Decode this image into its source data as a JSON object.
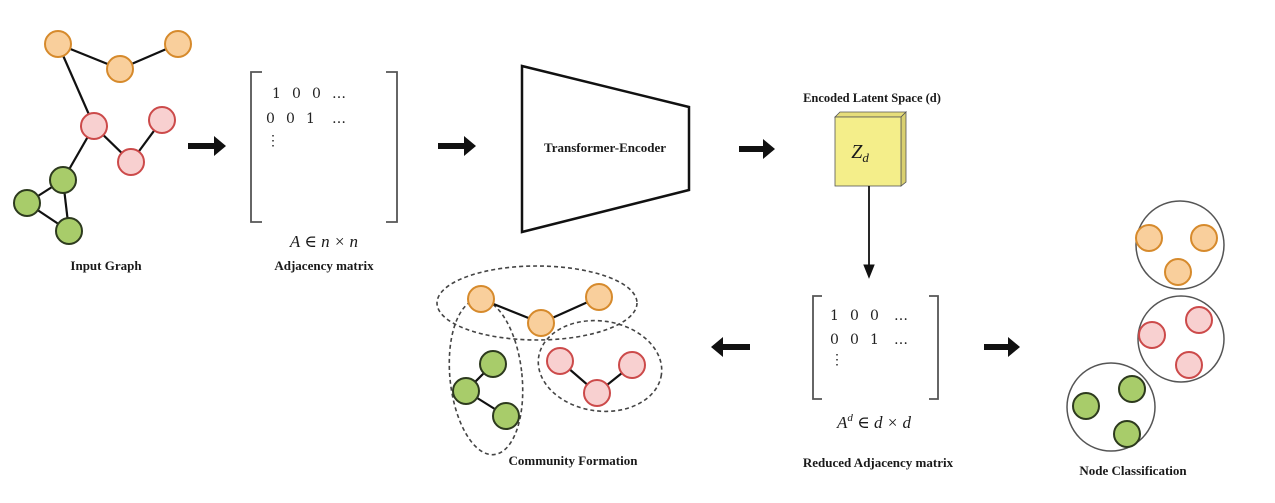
{
  "colors": {
    "orange_fill": "#f9cf9c",
    "orange_stroke": "#d68a2c",
    "pink_fill": "#f8d0d0",
    "pink_stroke": "#cc4a4a",
    "green_fill": "#a8cc6a",
    "green_stroke": "#2d3a1e",
    "latent_fill": "#f4ee8a",
    "latent_side": "#d9d070"
  },
  "input_graph": {
    "label": "Input Graph"
  },
  "adjacency": {
    "row1": [
      "1",
      "0",
      "0",
      "…"
    ],
    "row2": [
      "0",
      "0",
      "1",
      "…"
    ],
    "vdots": "⋮",
    "formula": "A ∈ n × n",
    "label": "Adjacency matrix"
  },
  "encoder": {
    "label": "Transformer-Encoder"
  },
  "latent": {
    "title": "Encoded Latent Space (d)",
    "symbol_main": "Z",
    "symbol_sub": "d"
  },
  "reduced": {
    "row1": [
      "1",
      "0",
      "0",
      "…"
    ],
    "row2": [
      "0",
      "0",
      "1",
      "…"
    ],
    "vdots": "⋮",
    "formula_base": "A",
    "formula_sup": "d",
    "formula_rest": " ∈ d × d",
    "label": "Reduced Adjacency matrix"
  },
  "community": {
    "label": "Community Formation"
  },
  "classification": {
    "label": "Node Classification"
  },
  "arrows": {
    "icon": "arrow-icon"
  }
}
